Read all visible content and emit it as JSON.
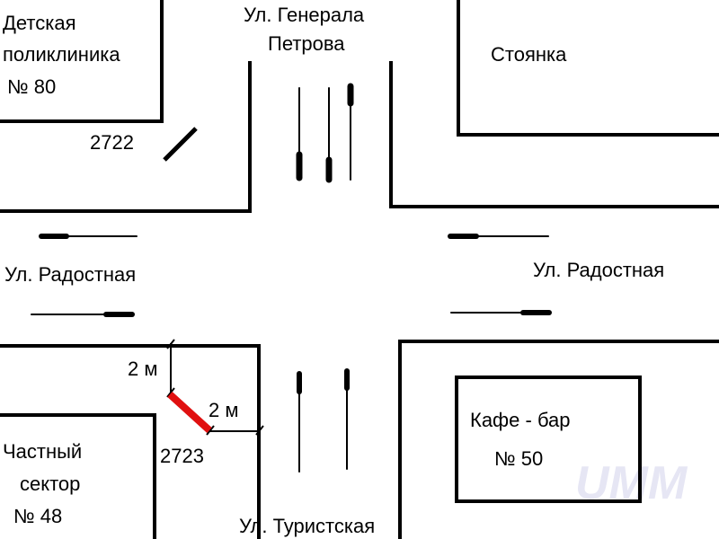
{
  "streets": {
    "north_line1": "Ул. Генерала",
    "north_line2": "Петрова",
    "west": "Ул. Радостная",
    "east": "Ул. Радостная",
    "south": "Ул. Туристская"
  },
  "buildings": {
    "clinic": [
      "Детская",
      "поликлиника",
      "№ 80"
    ],
    "parking": "Стоянка",
    "private_sector": [
      "Частный",
      "сектор",
      "№ 48"
    ],
    "cafe": [
      "Кафе - бар",
      "№ 50"
    ]
  },
  "markers": {
    "marker_2722": "2722",
    "marker_2723": "2723",
    "dim_vertical": "2 м",
    "dim_horizontal": "2 м"
  },
  "watermark": "UMM",
  "colors": {
    "highlight": "#e01010",
    "lines": "#000000"
  }
}
